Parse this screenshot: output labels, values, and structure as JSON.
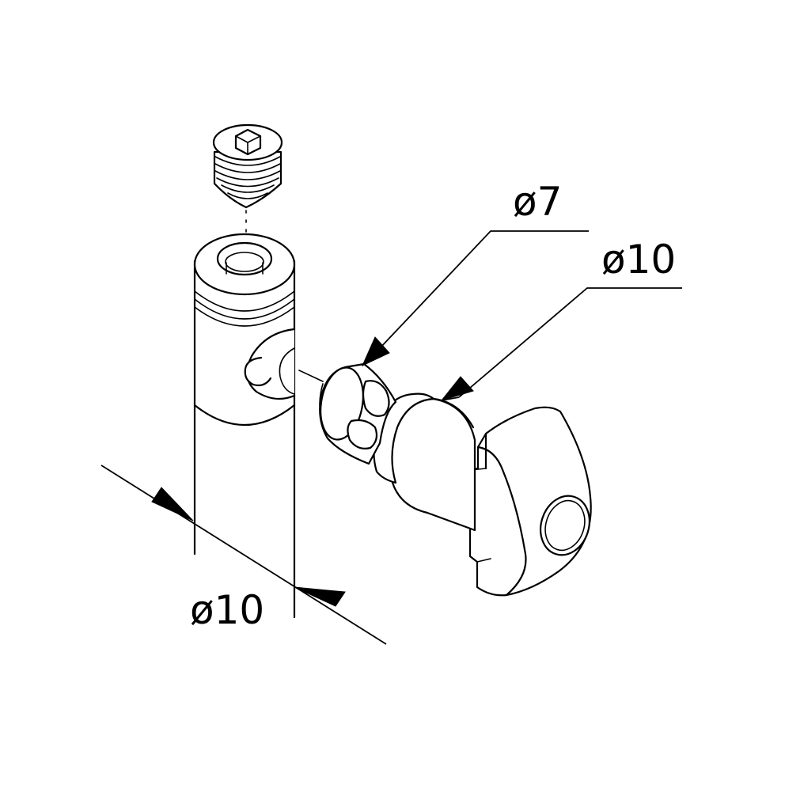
{
  "dimensions": {
    "pin_inner_diameter": "ø7",
    "pin_outer_diameter": "ø10",
    "body_diameter": "ø10"
  },
  "colors": {
    "line": "#000000",
    "background": "#ffffff"
  }
}
